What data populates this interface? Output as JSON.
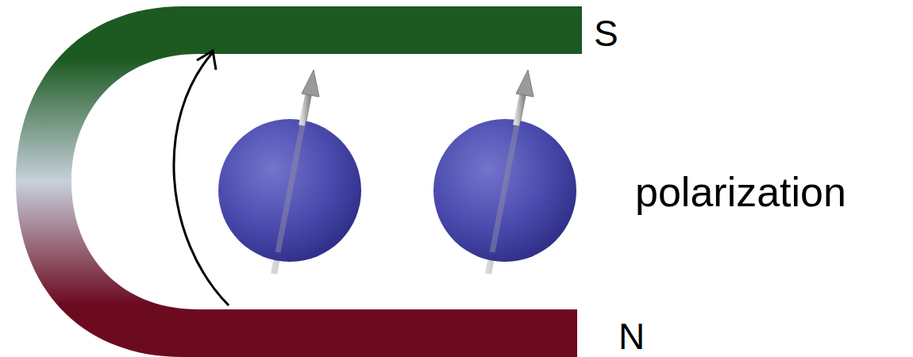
{
  "diagram": {
    "labels": [
      "S",
      "polarization",
      "N"
    ]
  }
}
